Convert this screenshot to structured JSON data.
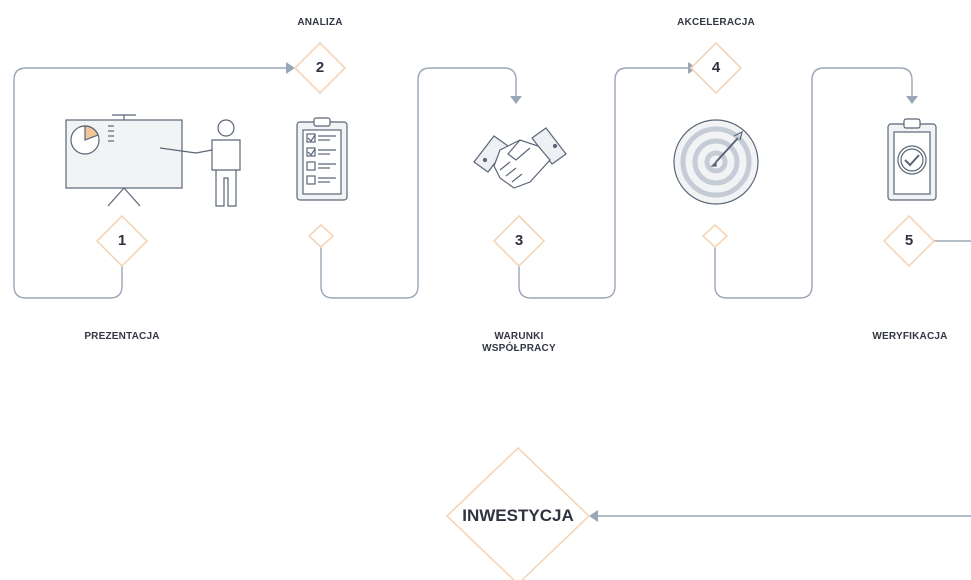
{
  "colors": {
    "line": "#9aa7b6",
    "diamond": "#f5d5b8",
    "icon": "#5a6677",
    "accent_fill": "#f2c59a",
    "text": "#333844"
  },
  "steps": [
    {
      "number": "1",
      "label": "PREZENTACJA",
      "icon": "presentation-icon"
    },
    {
      "number": "2",
      "label": "ANALIZA",
      "icon": "clipboard-checklist-icon"
    },
    {
      "number": "3",
      "label_lines": [
        "WARUNKI",
        "WSPÓŁPRACY"
      ],
      "icon": "handshake-icon"
    },
    {
      "number": "4",
      "label": "AKCELERACJA",
      "icon": "target-dart-icon"
    },
    {
      "number": "5",
      "label": "WERYFIKACJA",
      "icon": "clipboard-check-icon"
    }
  ],
  "final": {
    "label": "INWESTYCJA"
  }
}
